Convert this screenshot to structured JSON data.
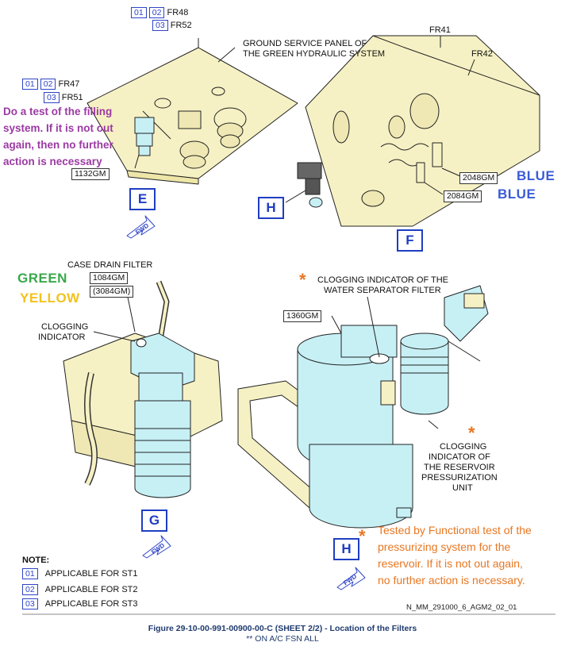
{
  "callouts": {
    "fr48": "FR48",
    "fr52": "FR52",
    "fr47": "FR47",
    "fr51": "FR51",
    "fr41": "FR41",
    "fr42": "FR42",
    "eff01": "01",
    "eff02": "02",
    "eff03": "03",
    "gm1132": "1132GM",
    "gm2048": "2048GM",
    "gm2084": "2084GM",
    "gm1084": "1084GM",
    "gm3084": "(3084GM)",
    "gm1360": "1360GM"
  },
  "labels": {
    "ground_panel_1": "GROUND SERVICE PANEL OF",
    "ground_panel_2": "THE GREEN HYDRAULIC SYSTEM",
    "case_drain": "CASE DRAIN FILTER",
    "clog_ind_1": "CLOGGING",
    "clog_ind_2": "INDICATOR",
    "water_sep_1": "CLOGGING INDICATOR OF THE",
    "water_sep_2": "WATER SEPARATOR FILTER",
    "res_1": "CLOGGING",
    "res_2": "INDICATOR OF",
    "res_3": "THE RESERVOIR",
    "res_4": "PRESSURIZATION",
    "res_5": "UNIT",
    "fwd": "FWD"
  },
  "views": {
    "e": "E",
    "f": "F",
    "g": "G",
    "h": "H"
  },
  "annotations": {
    "purple_note": [
      "Do a test of the filling",
      "system. If it is not out",
      "again, then no further",
      "action is necessary"
    ],
    "orange_note": [
      "Tested by Functional test of the",
      "pressurizing system for the",
      "reservoir. If it is not out again,",
      "no further action is necessary."
    ],
    "blue_1": "BLUE",
    "blue_2": "BLUE",
    "green": "GREEN",
    "yellow": "YELLOW",
    "asterisk": "*"
  },
  "note": {
    "title": "NOTE:",
    "items": [
      {
        "code": "01",
        "text": "APPLICABLE FOR ST1"
      },
      {
        "code": "02",
        "text": "APPLICABLE FOR ST2"
      },
      {
        "code": "03",
        "text": "APPLICABLE FOR ST3"
      }
    ]
  },
  "reference": "N_MM_291000_6_AGM2_02_01",
  "caption": {
    "line1": "Figure 29-10-00-991-00900-00-C (SHEET 2/2) - Location of the Filters",
    "line2": "** ON A/C FSN ALL"
  },
  "colors": {
    "component": "#f6f1c4",
    "filter": "#c7f0f5",
    "view_box": "#1f3ec2",
    "purple": "#9b3aa3",
    "orange": "#e87722",
    "green": "#3aa84a",
    "yellow": "#f2c21d",
    "blue": "#3b5bd6"
  }
}
